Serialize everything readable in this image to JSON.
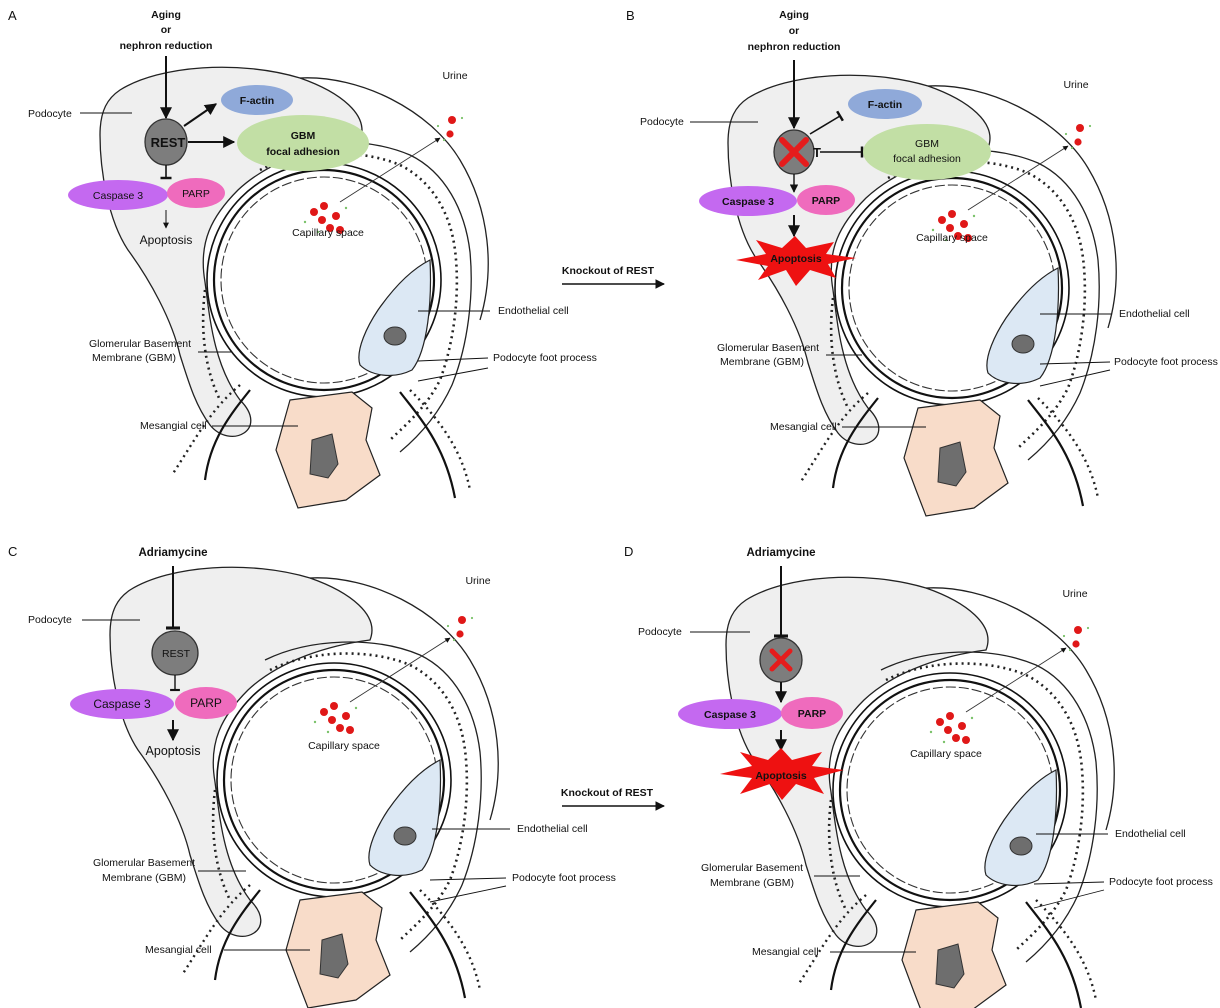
{
  "colors": {
    "podocyte_fill": "#efefef",
    "capillary_fill": "#ffffff",
    "endothelial_fill": "#dce8f4",
    "mesangial_fill": "#f8dcc9",
    "nucleus_fill": "#6e6e6e",
    "factin_fill": "#8fa9d9",
    "gbm_fill": "#c2dfa5",
    "caspase_fill": "#c469f0",
    "parp_fill": "#ef6bbd",
    "rbc_fill": "#e01818",
    "apoptosis_burst_fill": "#ee1111",
    "knockout_x": "#e51c1c"
  },
  "panels": {
    "A": {
      "letter": "A",
      "trigger_line1": "Aging",
      "trigger_line2": "or",
      "trigger_line3": "nephron reduction",
      "podocyte": "Podocyte",
      "rest": "REST",
      "factin": "F-actin",
      "gbm_line1": "GBM",
      "gbm_line2": "focal adhesion",
      "caspase": "Caspase 3",
      "parp": "PARP",
      "apoptosis": "Apoptosis",
      "urine": "Urine",
      "capillary": "Capillary space",
      "endothelial": "Endothelial cell",
      "gbm_label_line1": "Glomerular Basement",
      "gbm_label_line2": "Membrane (GBM)",
      "foot": "Podocyte foot process",
      "mesangial": "Mesangial cell"
    },
    "B": {
      "letter": "B",
      "trigger_line1": "Aging",
      "trigger_line2": "or",
      "trigger_line3": "nephron reduction",
      "podocyte": "Podocyte",
      "rest_partial": "T",
      "factin": "F-actin",
      "gbm_line1": "GBM",
      "gbm_line2": "focal adhesion",
      "caspase": "Caspase 3",
      "parp": "PARP",
      "apoptosis": "Apoptosis",
      "urine": "Urine",
      "capillary": "Capillary space",
      "endothelial": "Endothelial cell",
      "gbm_label_line1": "Glomerular Basement",
      "gbm_label_line2": "Membrane (GBM)",
      "foot": "Podocyte foot process",
      "mesangial": "Mesangial cell"
    },
    "C": {
      "letter": "C",
      "trigger": "Adriamycine",
      "podocyte": "Podocyte",
      "rest": "REST",
      "caspase": "Caspase 3",
      "parp": "PARP",
      "apoptosis": "Apoptosis",
      "urine": "Urine",
      "capillary": "Capillary space",
      "endothelial": "Endothelial cell",
      "gbm_label_line1": "Glomerular Basement",
      "gbm_label_line2": "Membrane (GBM)",
      "foot": "Podocyte foot process",
      "mesangial": "Mesangial cell"
    },
    "D": {
      "letter": "D",
      "trigger": "Adriamycine",
      "podocyte": "Podocyte",
      "caspase": "Caspase 3",
      "parp": "PARP",
      "apoptosis": "Apoptosis",
      "urine": "Urine",
      "capillary": "Capillary space",
      "endothelial": "Endothelial cell",
      "gbm_label_line1": "Glomerular Basement",
      "gbm_label_line2": "Membrane (GBM)",
      "foot": "Podocyte foot process",
      "mesangial": "Mesangial cell"
    }
  },
  "transitions": {
    "top": "Knockout of REST",
    "bottom": "Knockout of REST"
  }
}
